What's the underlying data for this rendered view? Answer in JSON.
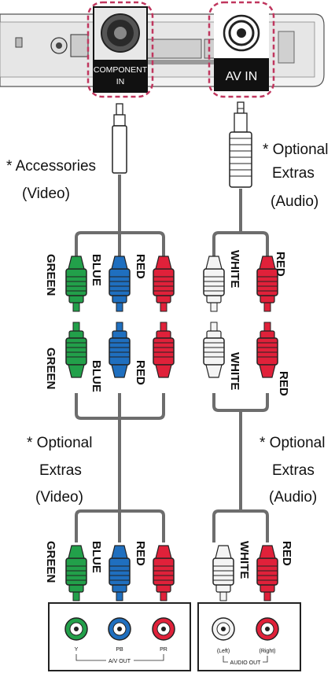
{
  "projector": {
    "component_label_line1": "COMPONENT",
    "component_label_line2": "IN",
    "av_label": "AV  IN"
  },
  "callouts": {
    "accessories_line1": "* Accessories",
    "accessories_line2": "(Video)",
    "optional_audio_top_line1": "* Optional",
    "optional_audio_top_line2": "Extras",
    "optional_audio_top_line3": "(Audio)",
    "optional_video_line1": "* Optional",
    "optional_video_line2": "Extras",
    "optional_video_line3": "(Video)",
    "optional_audio_bottom_line1": "* Optional",
    "optional_audio_bottom_line2": "Extras",
    "optional_audio_bottom_line3": "(Audio)"
  },
  "plug_labels": {
    "green": "GREEN",
    "blue": "BLUE",
    "red": "RED",
    "white": "WHITE"
  },
  "source_device": {
    "av_out_y": "Y",
    "av_out_pb": "PB",
    "av_out_pr": "PR",
    "av_out_label": "A/V OUT",
    "audio_left": "(Left)",
    "audio_right": "(Right)",
    "audio_out_label": "AUDIO OUT"
  },
  "colors": {
    "green": "#22a04a",
    "blue": "#1f6fbf",
    "red": "#e0213a",
    "white": "#f4f4f4",
    "cable": "#6d6d6d",
    "highlight": "#c0365e"
  }
}
